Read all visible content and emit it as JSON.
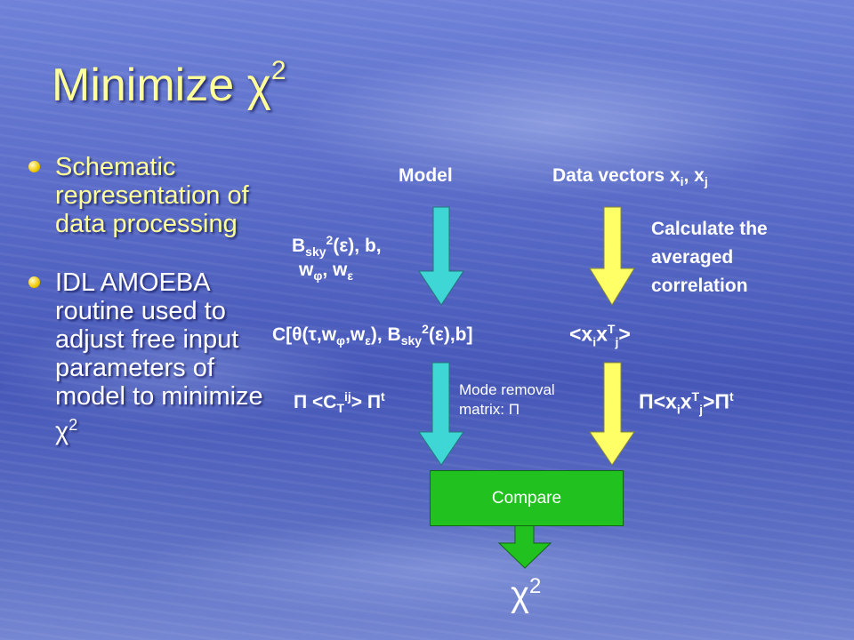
{
  "title": {
    "text": "Minimize ",
    "symbol": "χ",
    "sup": "2"
  },
  "bullets": [
    {
      "text": "Schematic representation of data processing"
    },
    {
      "text": "IDL AMOEBA routine used to adjust free input parameters of model to minimize ",
      "symbol": "χ",
      "sup": "2"
    }
  ],
  "diagram": {
    "model_label": "Model",
    "data_label_prefix": "Data vectors x",
    "data_sub_i": "i",
    "data_sep": ", x",
    "data_sub_j": "j",
    "params_line1_pre": "B",
    "params_line1_sub": "sky",
    "params_line1_sup": "2",
    "params_line1_post": "(ε), b,",
    "params_line2": "w",
    "params_line2_sub1": "φ",
    "params_line2_mid": ", w",
    "params_line2_sub2": "ε",
    "calc_text": "Calculate the averaged correlation",
    "cmodel": {
      "pre": "C[θ(τ,w",
      "s1": "φ",
      "m1": ",w",
      "s2": "ε",
      "m2": "), B",
      "s3": "sky",
      "sup": "2",
      "post": "(ε),b]"
    },
    "corr": {
      "pre": "<x",
      "s1": "i",
      "m1": "x",
      "sup": "T",
      "s2": "j",
      "post": ">"
    },
    "proj_model": {
      "pre": "Π <C",
      "sub": "T",
      "sup": "ij",
      "mid": "> Π",
      "sup2": "t"
    },
    "mode_removal": "Mode removal matrix: Π",
    "proj_data": {
      "pre": "Π<x",
      "s1": "i",
      "m1": "x",
      "sup": "T",
      "s2": "j",
      "mid": ">Π",
      "sup2": "t"
    },
    "compare_label": "Compare",
    "result": {
      "symbol": "χ",
      "sup": "2"
    }
  },
  "colors": {
    "title": "#ffff99",
    "cyan_arrow": "#3fd6d6",
    "yellow_arrow": "#ffff66",
    "compare_box": "#21c21f"
  }
}
